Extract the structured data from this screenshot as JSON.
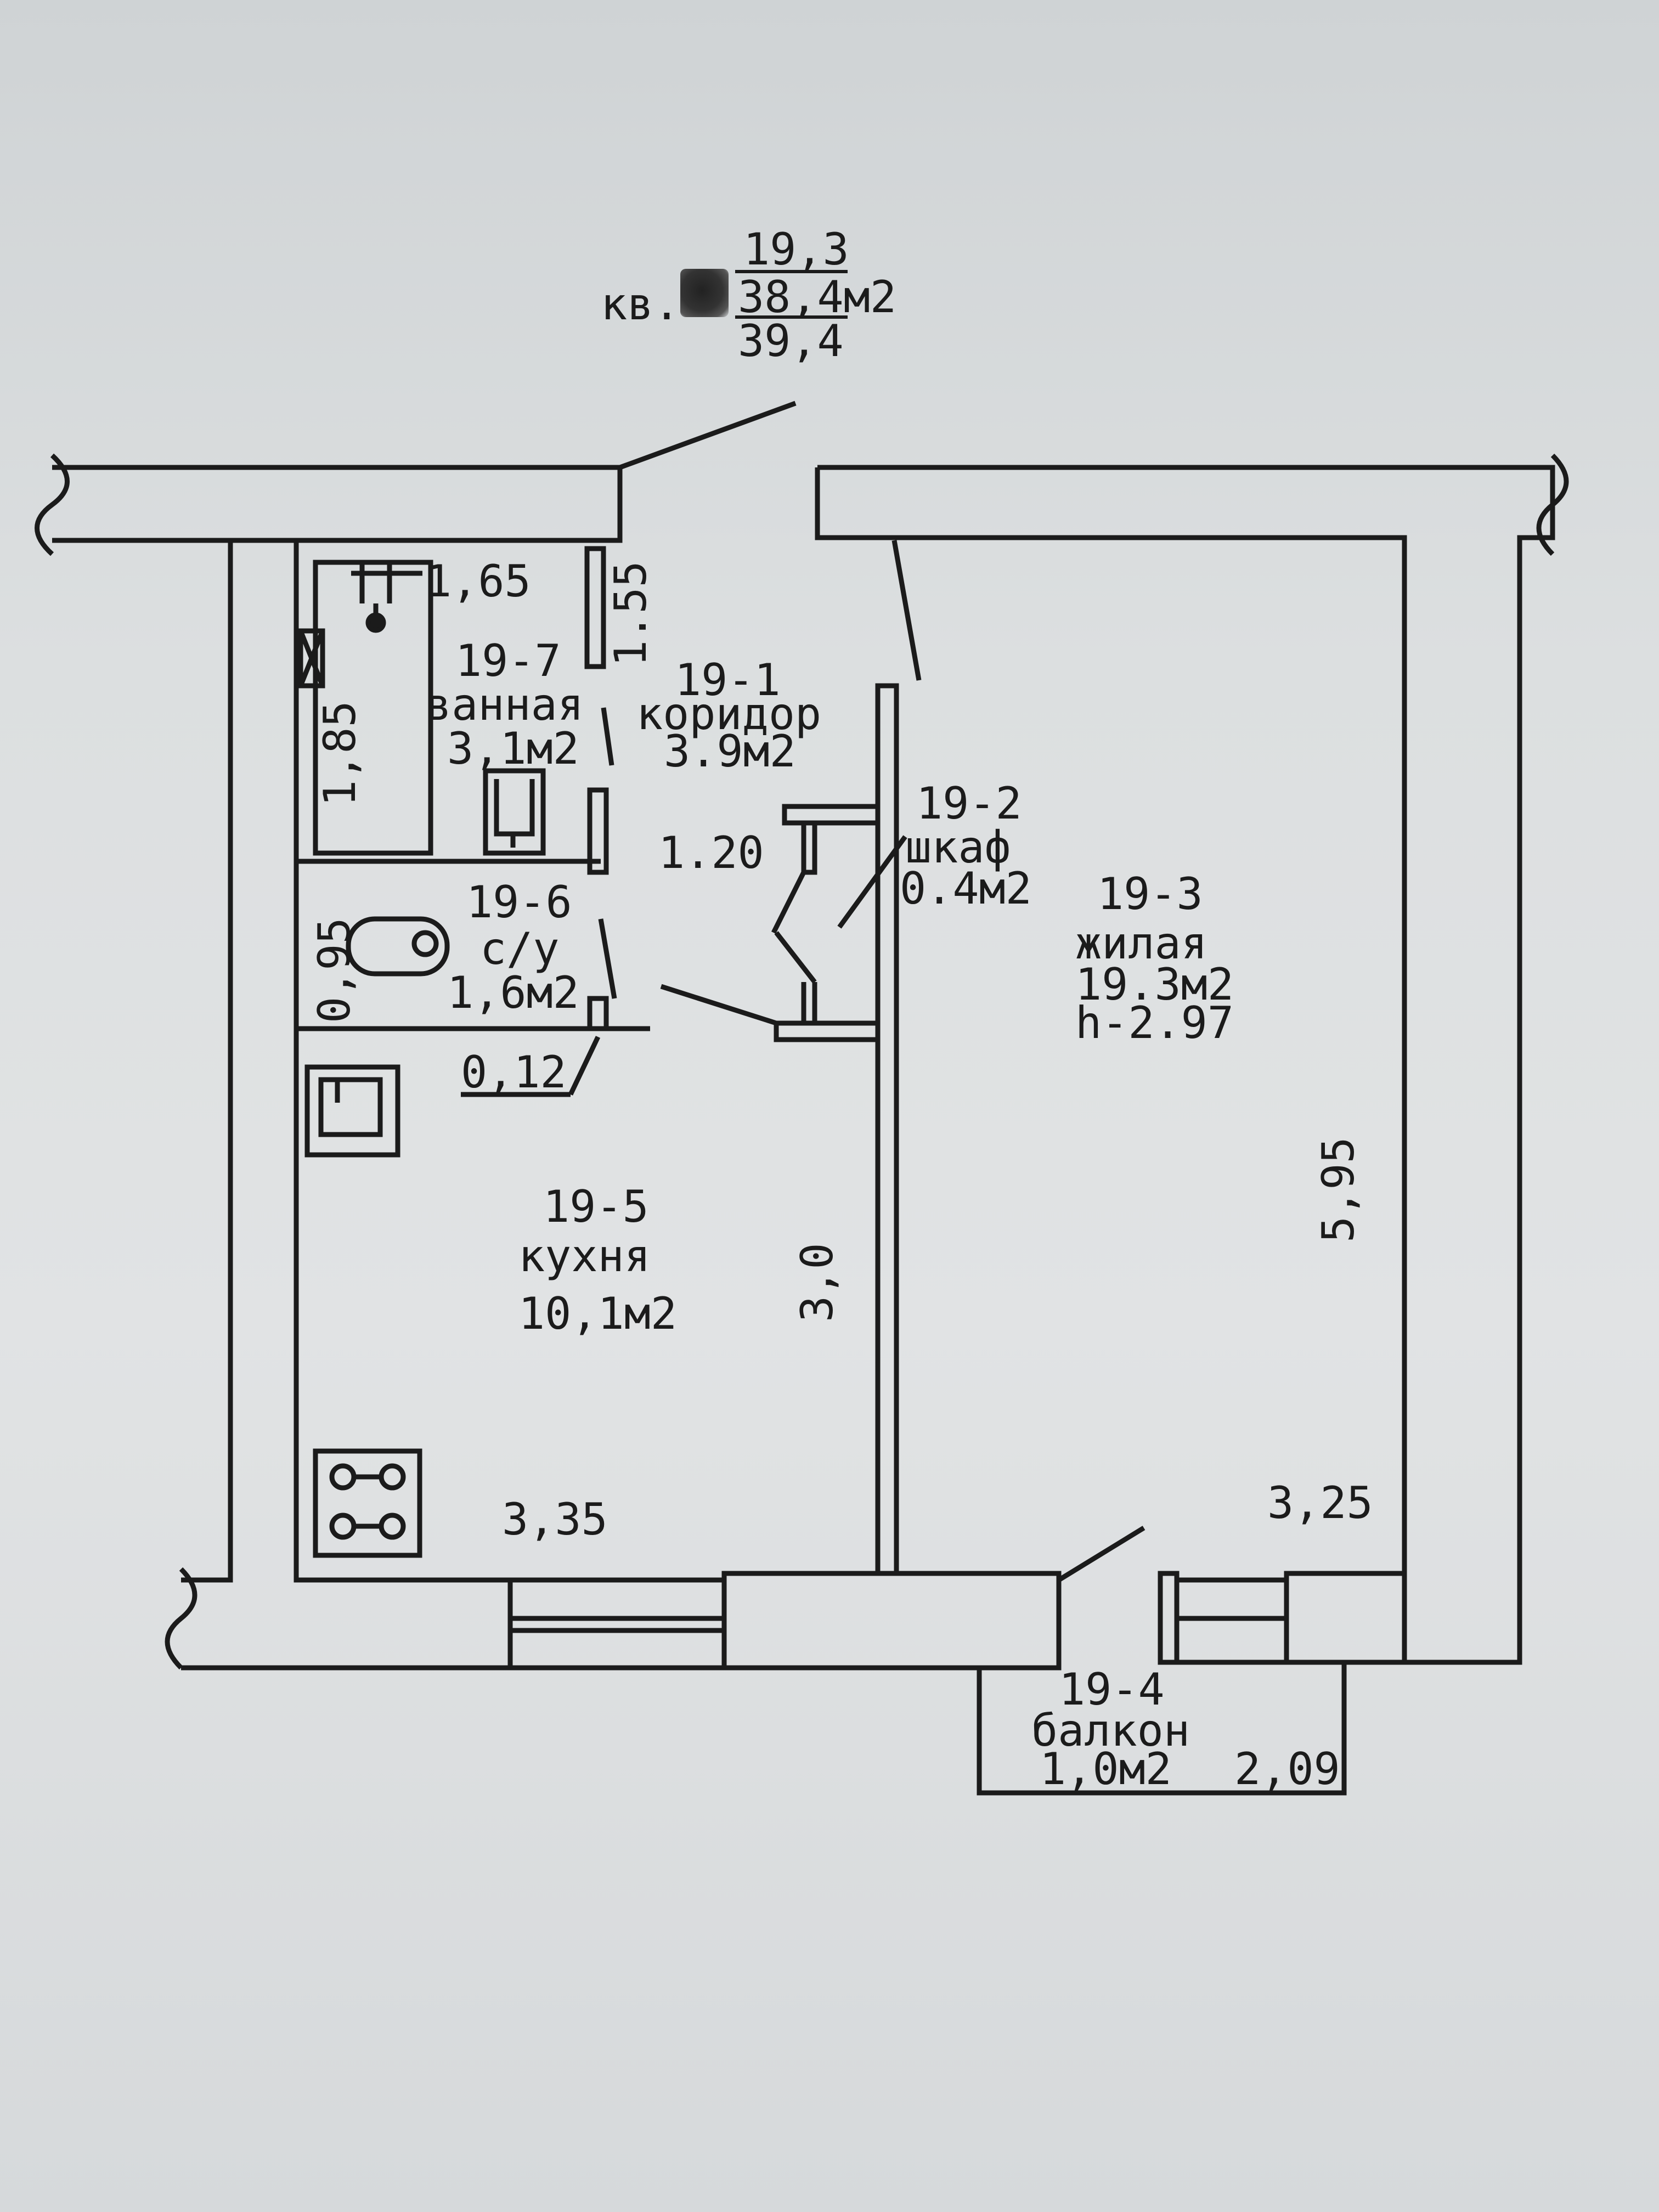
{
  "header": {
    "prefix": "кв.",
    "living_area": "19,3",
    "total_area": "38,4м2",
    "total_with_balcony": "39,4"
  },
  "rooms": [
    {
      "id": "19-1",
      "name": "коридор",
      "area": "3.9м2"
    },
    {
      "id": "19-2",
      "name": "шкаф",
      "area": "0.4м2"
    },
    {
      "id": "19-3",
      "name": "жилая",
      "area": "19.3м2",
      "height": "h-2.97"
    },
    {
      "id": "19-4",
      "name": "балкон",
      "area": "1,0м2"
    },
    {
      "id": "19-5",
      "name": "кухня",
      "area": "10,1м2"
    },
    {
      "id": "19-6",
      "name": "с/у",
      "area": "1,6м2"
    },
    {
      "id": "19-7",
      "name": "ванная",
      "area": "3,1м2"
    }
  ],
  "dimensions": {
    "bath_width": "1,65",
    "bath_height": "1,85",
    "corridor_depth": "1.55",
    "corridor_width": "1.20",
    "wc_width": "0,95",
    "wall_thickness": "0,12",
    "kitchen_depth": "3,0",
    "kitchen_width": "3,35",
    "room_depth": "5,95",
    "room_width": "3,25",
    "balcony_width": "2,09"
  },
  "colors": {
    "ink": "#1b1b1b",
    "paper": "#dcdfe0"
  }
}
